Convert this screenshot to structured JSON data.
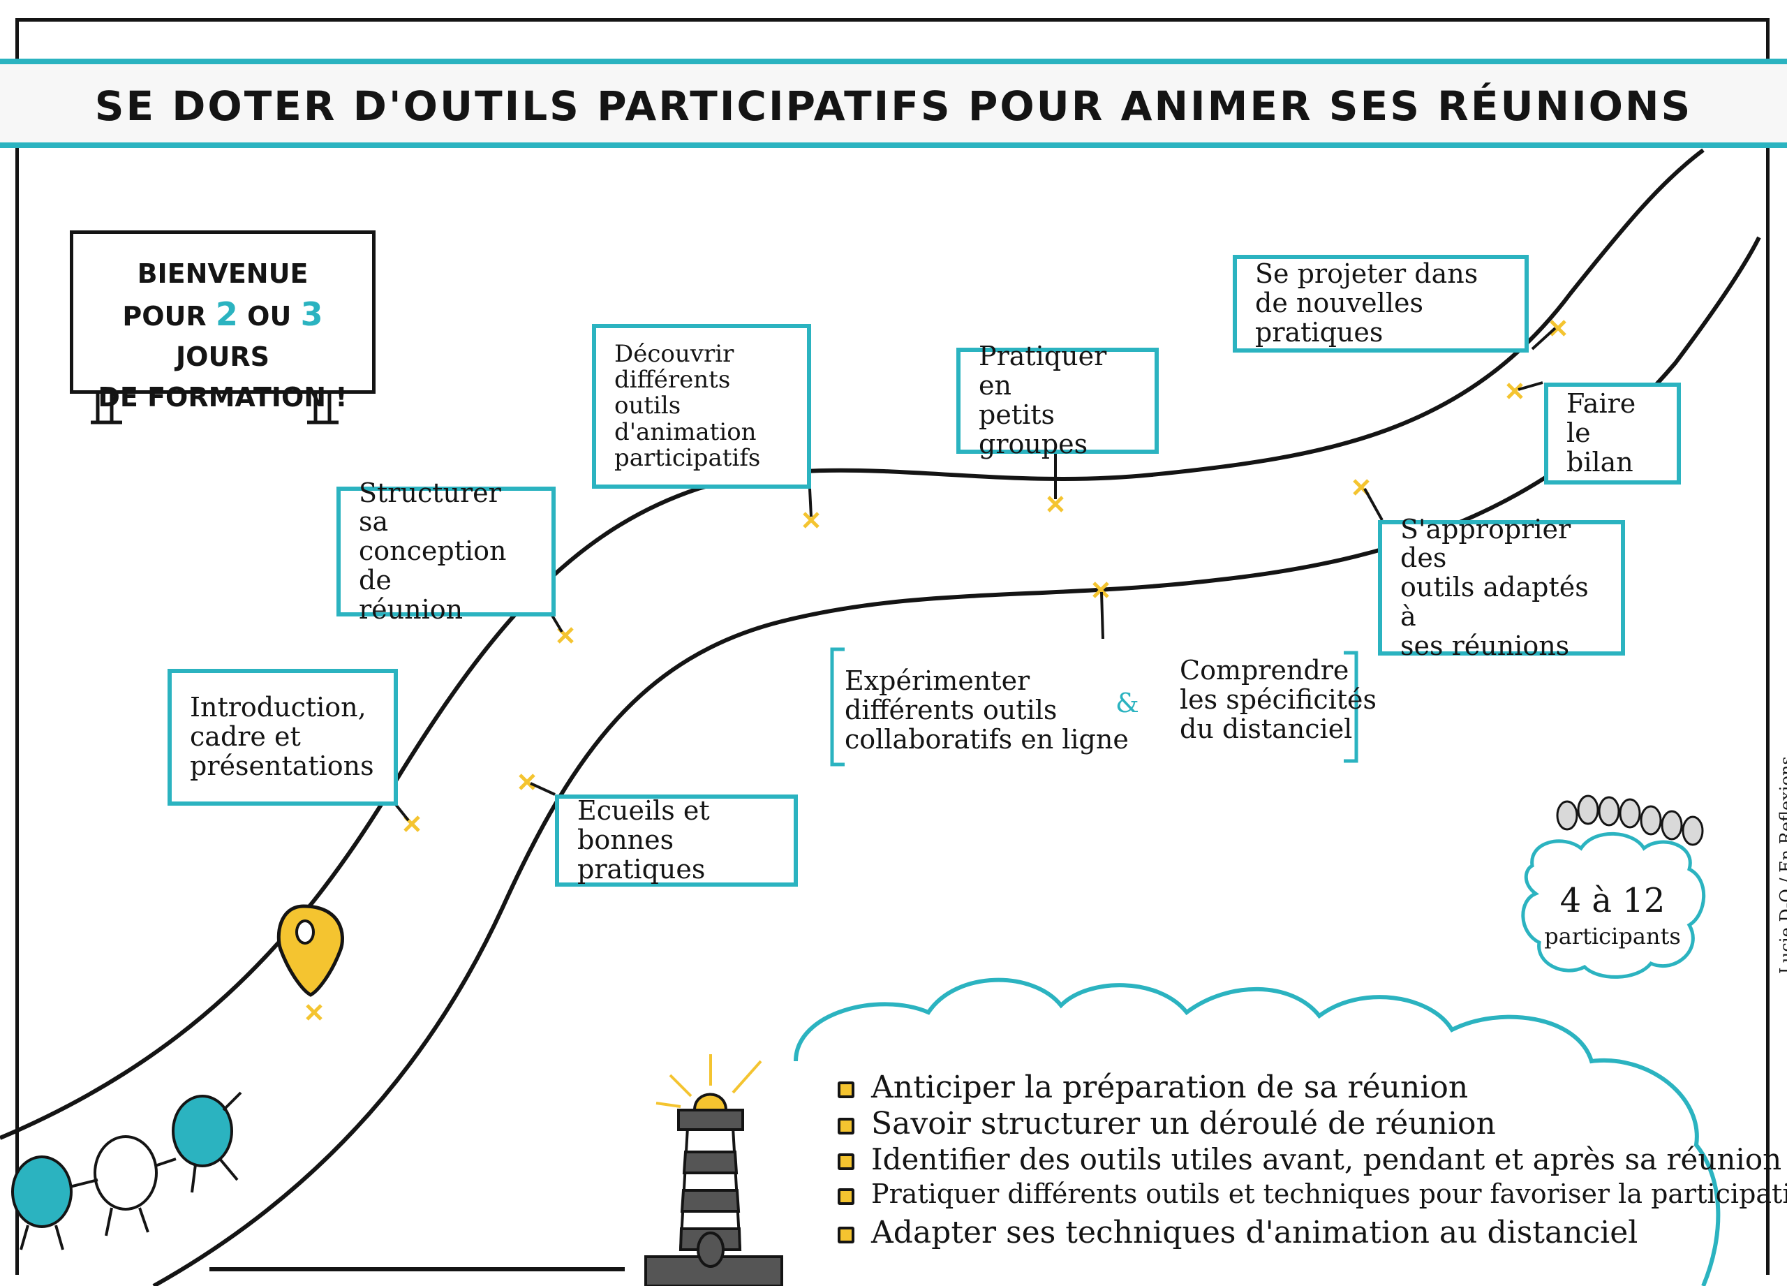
{
  "title": "SE DOTER D'OUTILS PARTICIPATIFS POUR ANIMER SES RÉUNIONS",
  "welcome": {
    "line1": "BIENVENUE",
    "line2_pre": "POUR",
    "num1": "2",
    "mid": "OU",
    "num2": "3",
    "line2_post": "JOURS",
    "line3": "DE FORMATION !"
  },
  "steps": [
    {
      "label": "Introduction,\ncadre et\nprésentations"
    },
    {
      "label": "Structurer sa\nconception de\nréunion"
    },
    {
      "label": "Découvrir\ndifférents outils\nd'animation\nparticipatifs"
    },
    {
      "label": "Pratiquer en\npetits groupes"
    },
    {
      "label": "Se projeter dans\nde nouvelles pratiques"
    },
    {
      "label": "Faire le\nbilan"
    },
    {
      "label": "S'approprier des\noutils adaptés à\nses réunions"
    },
    {
      "label": "Ecueils et\nbonnes pratiques"
    }
  ],
  "remote": {
    "left": "Expérimenter\ndifférents outils\ncollaboratifs en ligne",
    "amp": "&",
    "right": "Comprendre\nles spécificités\ndu distanciel"
  },
  "participants": {
    "count": "4 à 12",
    "label": "participants"
  },
  "credit": "Lucie D-O  /  En Reflexions",
  "objectives": [
    "Anticiper la préparation de sa réunion",
    "Savoir structurer un déroulé de réunion",
    "Identifier des outils utiles avant, pendant et après sa réunion",
    "Pratiquer différents outils et techniques pour favoriser la participation",
    "Adapter ses techniques d'animation au distanciel"
  ],
  "colors": {
    "accent": "#2bb3c0",
    "yellow": "#f4c430",
    "ink": "#141414",
    "grey": "#555555"
  }
}
